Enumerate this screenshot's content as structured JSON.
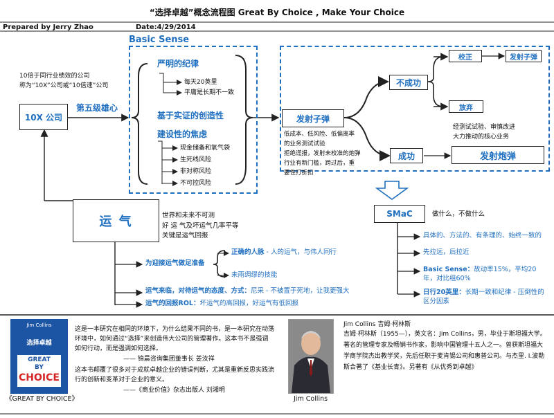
{
  "header": {
    "title": "“选择卓越”概念流程图   Great By Choice , Make Your Choice",
    "prepared_by": "Prepared by Jerry Zhao",
    "date": "Date:4/29/2014"
  },
  "basic_sense": {
    "label": "Basic Sense",
    "discipline": "严明的纪律",
    "discipline_items": [
      "每天20英里",
      "平庸是长期不一致"
    ],
    "creativity": "基于实证的创造性",
    "paranoia": "建设性的焦虑",
    "paranoia_items": [
      "现金储备和氧气袋",
      "生死线风险",
      "非对称风险",
      "不可控风险"
    ]
  },
  "company": {
    "note_line1": "10倍于同行业绩效的公司",
    "note_line2": "称为“10X”公司或“10倍速”公司",
    "box": "10X 公司",
    "leader": "第五级雄心"
  },
  "bullets": {
    "box": "发射子弹",
    "desc": [
      "低成本、低风险、低偏离率",
      "的业务测试试验",
      "拒绝谎报，发射未校准的炮弹",
      "行业有新门槛，跨过后，重",
      "要性打折扣"
    ],
    "fail": "不成功",
    "correct": "校正",
    "fire_bullet": "发射子弹",
    "abandon": "放弃",
    "success": "成功",
    "success_note": [
      "经测试试验、审慎改进",
      "大力推动的核心业务"
    ],
    "cannonball": "发射炮弹"
  },
  "luck": {
    "box": "运    气",
    "desc": [
      "世界和未来不可测",
      "好 运 气及坏运气几率平等",
      "关键是运气回报"
    ],
    "prepare": "为迎接运气做足准备",
    "right_people": "正确的人脉",
    "right_people_tail": "- 人的运气，与伟人同行",
    "skills": "未雨绸缪的技能",
    "attitude_head": "运气来临，对待运气的态度、方式：",
    "attitude_tail": "尼采 - 不被置于死地，让我更强大",
    "rol_head": "运气的回报ROL：",
    "rol_tail": "坏运气的高回报，好运气有低回报"
  },
  "smac": {
    "box": "SMaC",
    "note": "做什么，不做什么",
    "items": [
      {
        "head": "",
        "text": "具体的、方法的、有条理的、始终一致的"
      },
      {
        "head": "",
        "text": "先拉远，后拉近"
      },
      {
        "head": "Basic Sense：",
        "text": "故动率15%，平均20年，对比组60%"
      },
      {
        "head": "日行20英里：",
        "text": "长期一致和纪律 - 压倒性的区分因素"
      }
    ]
  },
  "book": {
    "cover_author": "Jim Collins",
    "cover_cn": "选择卓越",
    "cover_title": [
      "GREAT",
      "BY",
      "CHOICE"
    ],
    "caption": "《GREAT BY CHOICE》",
    "review1": [
      "这是一本研究在相同的环境下，为什么结果不同的书，是一本研究在动荡",
      "环境中，如何通过“选择”来创造伟大公司的管理著作。这本书不是强调",
      "如何行动，而是强调如何选择。"
    ],
    "review1_sig": "—— 锦晨咨询集团董事长 姜汝祥",
    "review2": [
      "这本书颠覆了很多对于成就卓越企业的错误判断，尤其是重新反思实践流",
      "行的创新和变革对于企业的意义。"
    ],
    "review2_sig": "——《商业价值》杂志出版人 刘湘明"
  },
  "author": {
    "name_head": "Jim Collins 吉姆·柯林斯",
    "bio": [
      "吉姆·柯林斯（1955—），英文名：Jim Collins，男，毕业于斯坦福大学。",
      "著名的管理专家及畅销书作家，影响中国管理十五人之一。曾获斯坦福大",
      "学商学院杰出教学奖，先后任职于麦肯锡公司和惠普公司。与杰里. I.波勒",
      "斯合著了《基业长青》。另著有《从优秀到卓越》"
    ],
    "photo_caption": "Jim Collins"
  }
}
